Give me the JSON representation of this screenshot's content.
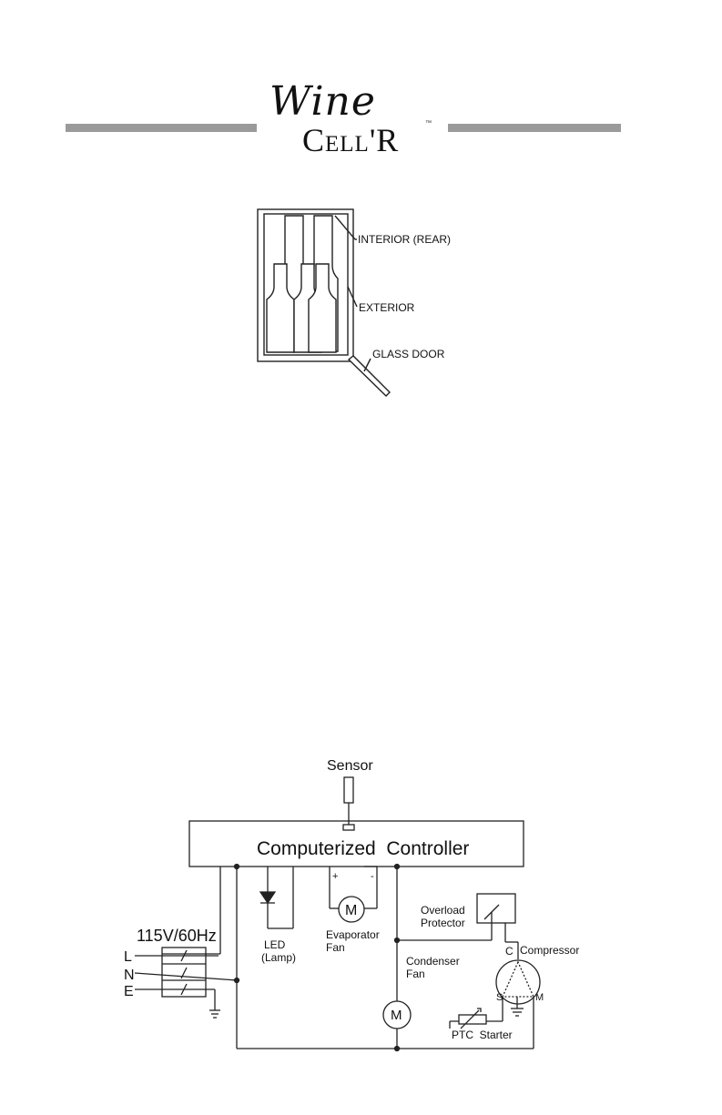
{
  "header": {
    "logo_word_1": "Wine",
    "logo_word_2": "Cell'R",
    "logo_tm": "™"
  },
  "cabinet_diagram": {
    "labels": {
      "interior_rear": "INTERIOR (REAR)",
      "exterior": "EXTERIOR",
      "glass_door": "GLASS DOOR"
    }
  },
  "wiring_diagram": {
    "sensor": "Sensor",
    "controller": "Computerized  Controller",
    "power_rating": "115V/60Hz",
    "terminals": [
      "L",
      "N",
      "E"
    ],
    "led_line1": "LED",
    "led_line2": "(Lamp)",
    "evap_line1": "Evaporator",
    "evap_line2": "Fan",
    "motor_symbol": "M",
    "plus": "+",
    "minus": "-",
    "overload_line1": "Overload",
    "overload_line2": "Protector",
    "condenser_line1": "Condenser",
    "condenser_line2": "Fan",
    "compressor": "Compressor",
    "comp_c": "C",
    "comp_s": "S",
    "comp_m": "M",
    "ptc_starter": "PTC  Starter"
  }
}
